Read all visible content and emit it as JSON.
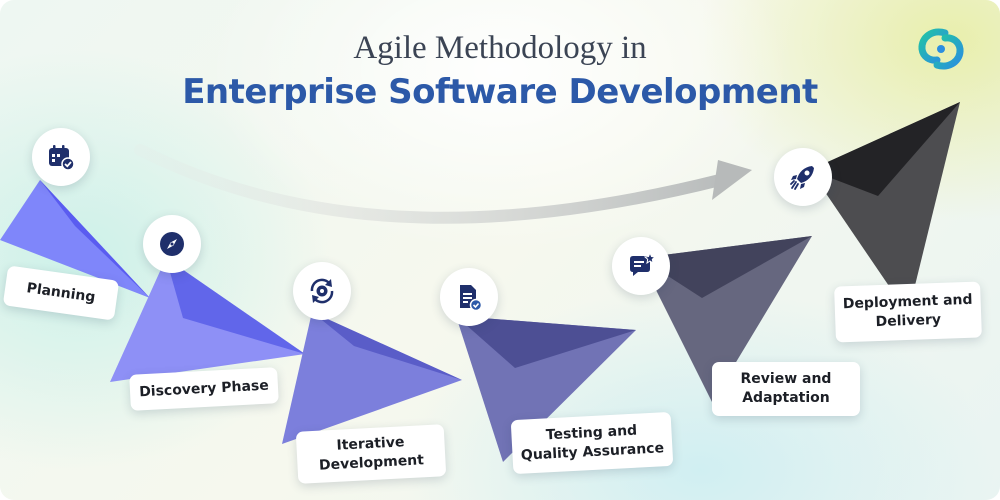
{
  "title": {
    "line1": "Agile Methodology in",
    "line2": "Enterprise Software Development"
  },
  "logo": {
    "icon": "brand-swirl-icon",
    "colors": [
      "#1fb7a6",
      "#2b8ee0"
    ]
  },
  "colors": {
    "title_accent": "#2c59a8",
    "icon_navy": "#1f2f6b",
    "arrow_gray": "#c6c8c8"
  },
  "steps": [
    {
      "label": "Planning",
      "icon": "calendar-check-icon",
      "color": "#6b6ef3"
    },
    {
      "label": "Discovery Phase",
      "icon": "compass-icon",
      "color": "#6e72ee"
    },
    {
      "label": "Iterative\nDevelopment",
      "icon": "gear-cycle-icon",
      "color": "#6f6fd6"
    },
    {
      "label": "Testing and\nQuality Assurance",
      "icon": "checklist-document-icon",
      "color": "#6a6bb4"
    },
    {
      "label": "Review and\nAdaptation",
      "icon": "chat-star-icon",
      "color": "#5c5d78"
    },
    {
      "label": "Deployment and\nDelivery",
      "icon": "rocket-icon",
      "color": "#3b3b3f"
    }
  ]
}
